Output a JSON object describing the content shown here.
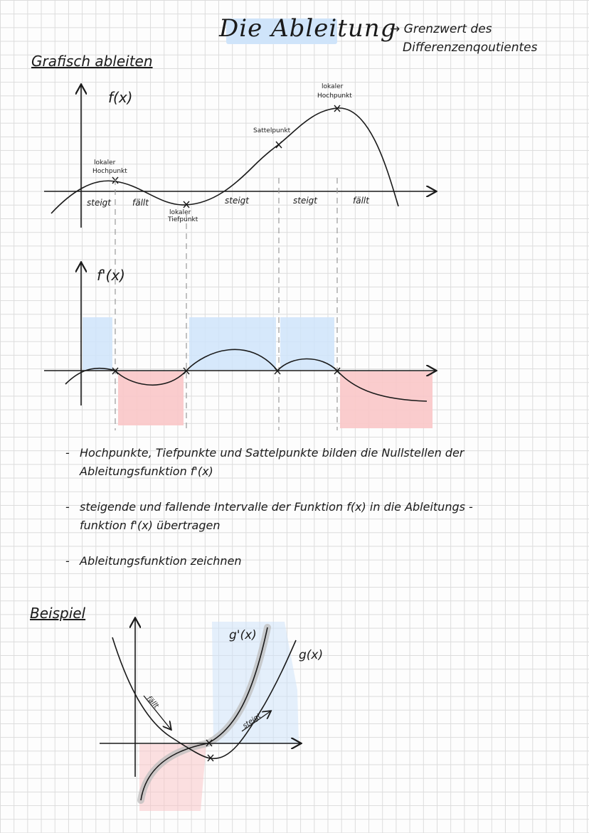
{
  "title": "Die Ableitung",
  "subtitle_arrow": "→",
  "subtitle_line1": "Grenzwert des",
  "subtitle_line2": "Differenzenqoutientes",
  "section1": "Grafisch ableiten",
  "graph1": {
    "label": "f(x)",
    "annotations": {
      "lokaler_hochpunkt_1a": "lokaler",
      "lokaler_hochpunkt_1b": "Hochpunkt",
      "lokaler_tiefpunkt_a": "lokaler",
      "lokaler_tiefpunkt_b": "Tiefpunkt",
      "sattelpunkt": "Sattelpunkt",
      "lokaler_hochpunkt_2a": "lokaler",
      "lokaler_hochpunkt_2b": "Hochpunkt"
    },
    "intervals": [
      "steigt",
      "fällt",
      "steigt",
      "steigt",
      "fällt"
    ]
  },
  "graph2": {
    "label": "f'(x)"
  },
  "bullets": [
    {
      "line1": "Hochpunkte, Tiefpunkte und Sattelpunkte bilden die Nullstellen der",
      "line2": "Ableitungsfunktion f'(x)"
    },
    {
      "line1": "steigende und fallende Intervalle der Funktion f(x) in die Ableitungs -",
      "line2": "funktion f'(x) übertragen"
    },
    {
      "line1": "Ableitungsfunktion zeichnen",
      "line2": ""
    }
  ],
  "section2": "Beispiel",
  "example": {
    "label_derivative": "g'(x)",
    "label_function": "g(x)",
    "arrow_falls": "fällt",
    "arrow_rises": "steigt"
  },
  "colors": {
    "blue": "#cfe4fa",
    "red": "#f9c6c8",
    "ink": "#1a1a1a"
  }
}
